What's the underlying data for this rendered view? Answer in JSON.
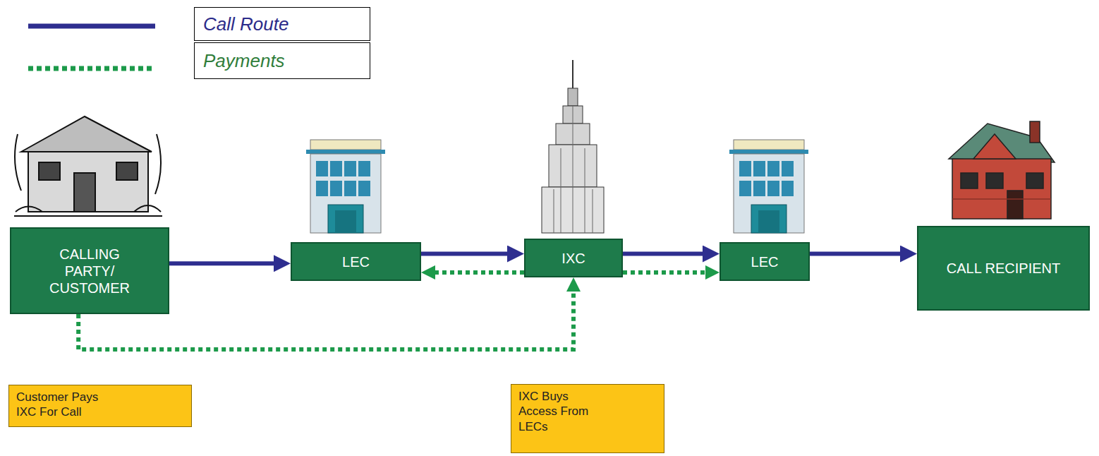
{
  "diagram": {
    "nodes": [
      {
        "text": [
          "CALLING PARTY/ CUSTOMER"
        ]
      },
      {
        "text": [
          "LEC"
        ]
      },
      {
        "text": [
          "IXC"
        ]
      },
      {
        "text": [
          "LEC"
        ]
      },
      {
        "text": [
          "CALL RECIPIENT"
        ]
      },
      {
        "text": [
          "Customer Pays IXC For Call"
        ]
      },
      {
        "text": [
          "IXC Buys Access From LECs"
        ]
      }
    ],
    "edges": [
      {
        "from": 0,
        "to": 1,
        "arrow": "to"
      },
      {
        "from": 1,
        "to": 2,
        "arrow": "to"
      },
      {
        "from": 2,
        "to": 3,
        "arrow": "to"
      },
      {
        "from": 3,
        "to": 4,
        "arrow": "to"
      },
      {
        "from": 2,
        "to": 1,
        "arrow": "to"
      },
      {
        "from": 2,
        "to": 3,
        "arrow": "to"
      },
      {
        "from": 0,
        "to": 2,
        "arrow": "to"
      }
    ],
    "legend": [
      {
        "text": "Call Route"
      },
      {
        "text": "Payments"
      }
    ]
  }
}
